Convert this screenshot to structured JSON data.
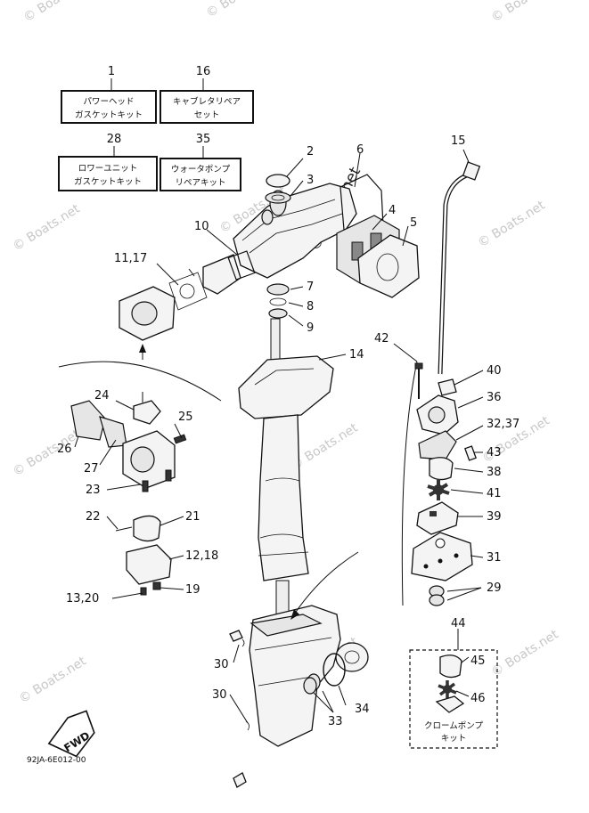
{
  "kit_boxes": [
    {
      "number": "1",
      "line1": "パワーヘッド",
      "line2": "ガスケットキット"
    },
    {
      "number": "16",
      "line1": "キャブレタリペア",
      "line2": "セット"
    },
    {
      "number": "28",
      "line1": "ロワーユニット",
      "line2": "ガスケットキット"
    },
    {
      "number": "35",
      "line1": "ウォータポンプ",
      "line2": "リペアキット"
    }
  ],
  "part_labels": [
    "2",
    "3",
    "6",
    "4",
    "5",
    "10",
    "11,17",
    "7",
    "8",
    "9",
    "15",
    "14",
    "42",
    "40",
    "36",
    "32,37",
    "43",
    "38",
    "41",
    "39",
    "31",
    "29",
    "24",
    "25",
    "26",
    "27",
    "23",
    "22",
    "21",
    "12,18",
    "19",
    "13,20",
    "44",
    "45",
    "46",
    "30",
    "30",
    "34",
    "33"
  ],
  "chrome_pump_box": {
    "line1": "クロームポンプ",
    "line2": "キット"
  },
  "direction_badge": "FWD",
  "diagram_code": "92JA-6E012-00",
  "watermark": "© Boats.net"
}
